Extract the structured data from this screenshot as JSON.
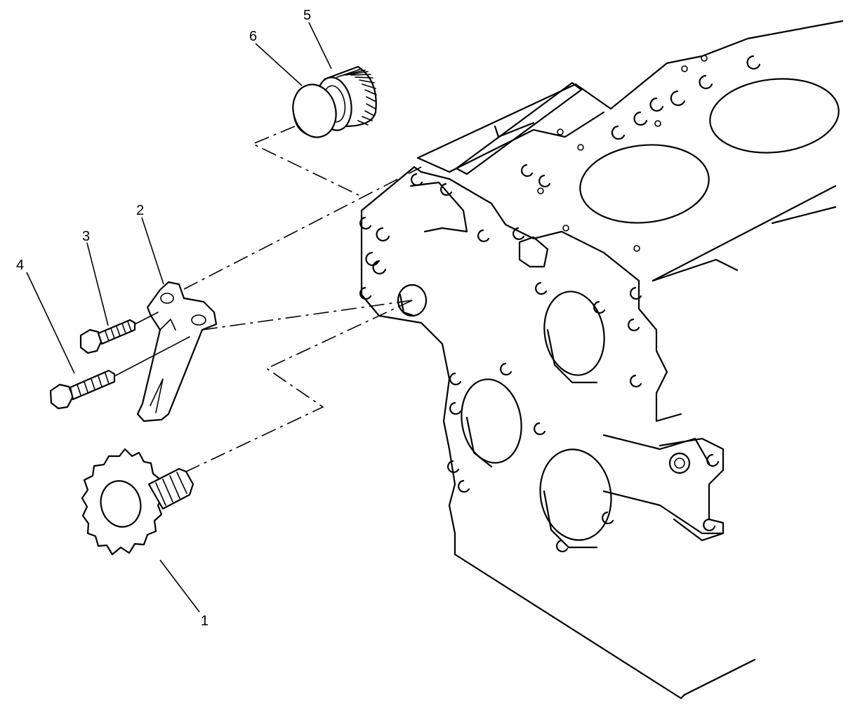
{
  "callouts": {
    "item_1": "1",
    "item_2": "2",
    "item_3": "3",
    "item_4": "4",
    "item_5": "5",
    "item_6": "6"
  }
}
